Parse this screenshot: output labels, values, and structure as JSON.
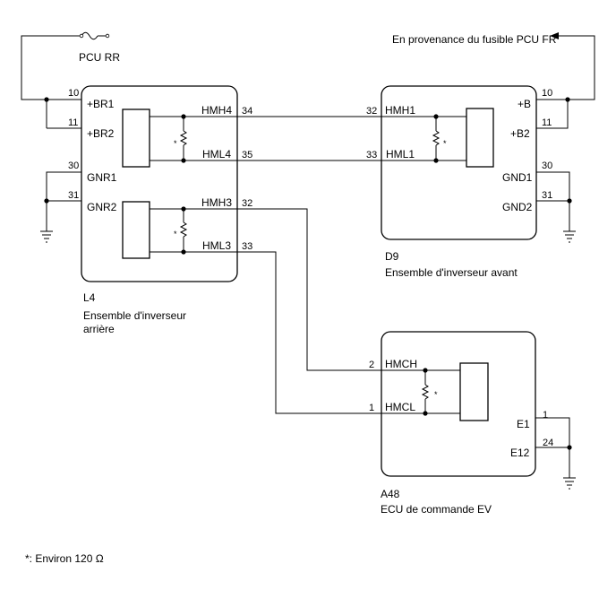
{
  "fuses": {
    "rear": "PCU RR",
    "front_source": "En provenance du fusible PCU FR"
  },
  "rear_inverter": {
    "id": "L4",
    "name_line1": "Ensemble d'inverseur",
    "name_line2": "arrière",
    "terminals": {
      "br1": "+BR1",
      "br2": "+BR2",
      "gnr1": "GNR1",
      "gnr2": "GNR2",
      "hmh4": "HMH4",
      "hml4": "HML4",
      "hmh3": "HMH3",
      "hml3": "HML3"
    },
    "pins": {
      "br1": "10",
      "br2": "11",
      "gnr1": "30",
      "gnr2": "31",
      "hmh4": "34",
      "hml4": "35",
      "hmh3": "32",
      "hml3": "33"
    }
  },
  "front_inverter": {
    "id": "D9",
    "name": "Ensemble d'inverseur avant",
    "terminals": {
      "hmh1": "HMH1",
      "hml1": "HML1",
      "b": "+B",
      "b2": "+B2",
      "gnd1": "GND1",
      "gnd2": "GND2"
    },
    "pins": {
      "hmh1": "32",
      "hml1": "33",
      "b": "10",
      "b2": "11",
      "gnd1": "30",
      "gnd2": "31"
    }
  },
  "ev_ecu": {
    "id": "A48",
    "name": "ECU de commande EV",
    "terminals": {
      "hmch": "HMCH",
      "hmcl": "HMCL",
      "e1": "E1",
      "e12": "E12"
    },
    "pins": {
      "hmch": "2",
      "hmcl": "1",
      "e1": "1",
      "e12": "24"
    }
  },
  "resistor_mark": "*",
  "footnote": "*: Environ 120 Ω"
}
